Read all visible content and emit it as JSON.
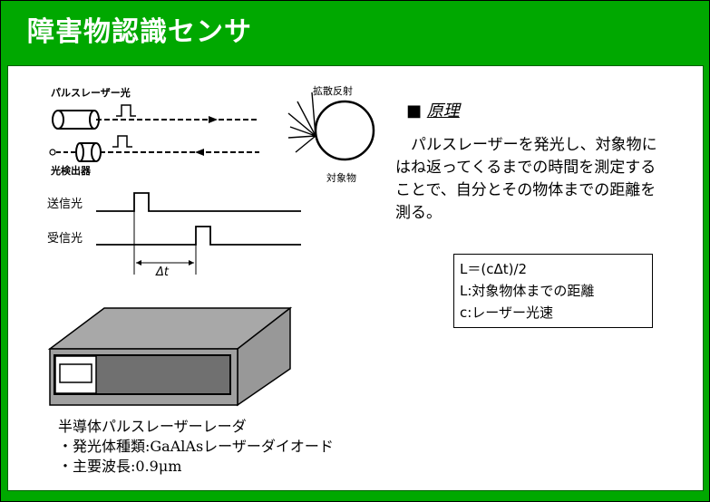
{
  "title": "障害物認識センサ",
  "diagram": {
    "pulse_laser_label": "パルスレーザー光",
    "detector_label": "光検出器",
    "diffuse_label": "拡散反射",
    "object_label": "対象物",
    "tx_label": "送信光",
    "rx_label": "受信光",
    "delta_t_label": "Δt"
  },
  "principle": {
    "heading": "原理",
    "bullet": "■",
    "text": "パルスレーザーを発光し、対象物にはね返ってくるまでの時間を測定することで、自分とその物体までの距離を測る。"
  },
  "formula": {
    "lines": [
      "L＝(cΔt)/2",
      "L:対象物体までの距離",
      "c:レーザー光速"
    ]
  },
  "device": {
    "lines": [
      "半導体パルスレーザーレーダ",
      "・発光体種類:GaAlAsレーザーダイオード",
      "・主要波長:0.9μm"
    ]
  },
  "colors": {
    "frame": "#00a800",
    "device_body": "#a0a0a0",
    "device_panel": "#707070"
  }
}
